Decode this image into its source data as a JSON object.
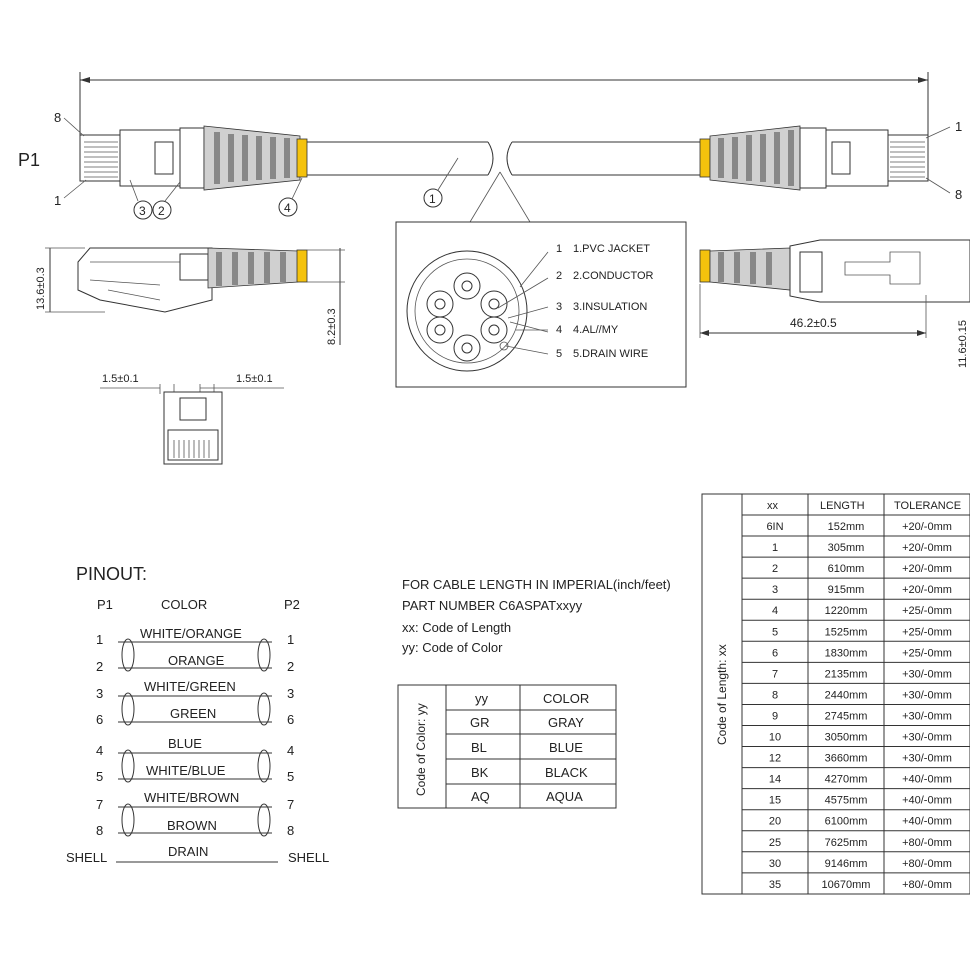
{
  "colors": {
    "jacket_yellow": "#f4c20d",
    "boot_gray": "#d0d0d0",
    "line": "#333333"
  },
  "top": {
    "p1_label": "P1",
    "left_pin_top": "8",
    "left_pin_bottom": "1",
    "right_pin_top": "1",
    "right_pin_bottom": "8",
    "callout_1": "1",
    "callout_2": "2",
    "callout_3": "3",
    "callout_4": "4"
  },
  "dims": {
    "height_136": "13.6±0.3",
    "height_82": "8.2±0.3",
    "len_462": "46.2±0.5",
    "height_116": "11.6±0.15",
    "pitch_left": "1.5±0.1",
    "pitch_right": "1.5±0.1"
  },
  "cross_section": {
    "items": [
      {
        "num": "1",
        "label": "1.PVC JACKET"
      },
      {
        "num": "2",
        "label": "2.CONDUCTOR"
      },
      {
        "num": "3",
        "label": "3.INSULATION"
      },
      {
        "num": "4",
        "label": "4.AL//MY"
      },
      {
        "num": "5",
        "label": "5.DRAIN WIRE"
      }
    ]
  },
  "pinout": {
    "title": "PINOUT:",
    "hdr_p1": "P1",
    "hdr_color": "COLOR",
    "hdr_p2": "P2",
    "rows": [
      {
        "p1": "1",
        "color": "WHITE/ORANGE",
        "p2": "1"
      },
      {
        "p1": "2",
        "color": "ORANGE",
        "p2": "2"
      },
      {
        "p1": "3",
        "color": "WHITE/GREEN",
        "p2": "3"
      },
      {
        "p1": "6",
        "color": "GREEN",
        "p2": "6"
      },
      {
        "p1": "4",
        "color": "BLUE",
        "p2": "4"
      },
      {
        "p1": "5",
        "color": "WHITE/BLUE",
        "p2": "5"
      },
      {
        "p1": "7",
        "color": "WHITE/BROWN",
        "p2": "7"
      },
      {
        "p1": "8",
        "color": "BROWN",
        "p2": "8"
      }
    ],
    "shell_left": "SHELL",
    "drain": "DRAIN",
    "shell_right": "SHELL"
  },
  "notes": {
    "line1": "FOR CABLE LENGTH IN IMPERIAL(inch/feet)",
    "line2": "PART NUMBER C6ASPATxxyy",
    "line3": "xx: Code of Length",
    "line4": "yy: Code of Color"
  },
  "color_table": {
    "side_label": "Code of Color: yy",
    "headers": [
      "yy",
      "COLOR"
    ],
    "rows": [
      [
        "GR",
        "GRAY"
      ],
      [
        "BL",
        "BLUE"
      ],
      [
        "BK",
        "BLACK"
      ],
      [
        "AQ",
        "AQUA"
      ]
    ]
  },
  "length_table": {
    "side_label": "Code of Length: xx",
    "headers": [
      "xx",
      "LENGTH",
      "TOLERANCE"
    ],
    "rows": [
      [
        "6IN",
        "152mm",
        "+20/-0mm"
      ],
      [
        "1",
        "305mm",
        "+20/-0mm"
      ],
      [
        "2",
        "610mm",
        "+20/-0mm"
      ],
      [
        "3",
        "915mm",
        "+20/-0mm"
      ],
      [
        "4",
        "1220mm",
        "+25/-0mm"
      ],
      [
        "5",
        "1525mm",
        "+25/-0mm"
      ],
      [
        "6",
        "1830mm",
        "+25/-0mm"
      ],
      [
        "7",
        "2135mm",
        "+30/-0mm"
      ],
      [
        "8",
        "2440mm",
        "+30/-0mm"
      ],
      [
        "9",
        "2745mm",
        "+30/-0mm"
      ],
      [
        "10",
        "3050mm",
        "+30/-0mm"
      ],
      [
        "12",
        "3660mm",
        "+30/-0mm"
      ],
      [
        "14",
        "4270mm",
        "+40/-0mm"
      ],
      [
        "15",
        "4575mm",
        "+40/-0mm"
      ],
      [
        "20",
        "6100mm",
        "+40/-0mm"
      ],
      [
        "25",
        "7625mm",
        "+80/-0mm"
      ],
      [
        "30",
        "9146mm",
        "+80/-0mm"
      ],
      [
        "35",
        "10670mm",
        "+80/-0mm"
      ]
    ]
  }
}
